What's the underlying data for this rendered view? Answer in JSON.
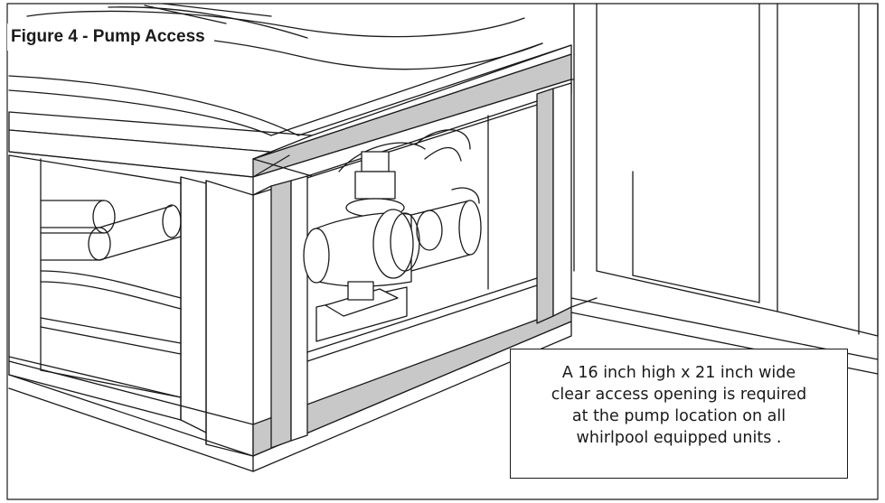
{
  "figure": {
    "title": "Figure 4 - Pump Access",
    "note_lines": [
      "A 16 inch high x 21 inch wide",
      "clear access opening is required",
      "at the pump location on all",
      "whirlpool equipped units ."
    ]
  }
}
